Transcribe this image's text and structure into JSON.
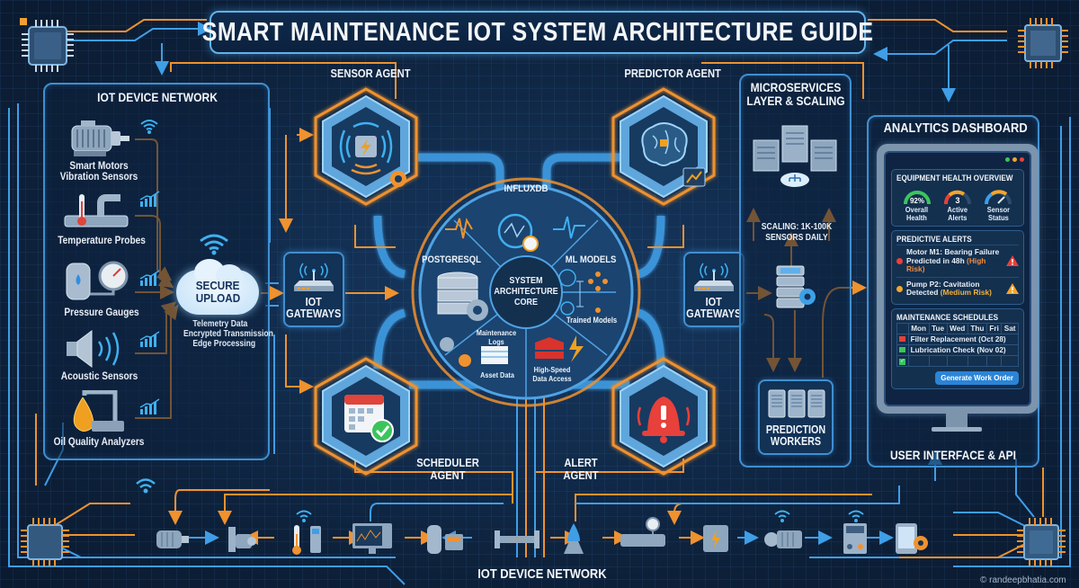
{
  "title": "SMART MAINTENANCE IOT SYSTEM ARCHITECTURE GUIDE",
  "colors": {
    "background": "#0e2240",
    "wire_blue": "#3f9ee6",
    "wire_orange": "#f0922e",
    "panel_border": "#3f8fd0",
    "alert_red": "#e8403a",
    "warning_orange": "#f4a52c",
    "health_green": "#3cc45c"
  },
  "iot_device_network": {
    "title": "IOT DEVICE NETWORK",
    "devices": [
      {
        "label_line1": "Smart Motors",
        "label_line2": "Vibration Sensors",
        "icon": "motor-icon",
        "signal": "wifi-icon"
      },
      {
        "label_line1": "Temperature Probes",
        "label_line2": "",
        "icon": "thermometer-pipe-icon",
        "signal": "signal-bars-icon"
      },
      {
        "label_line1": "Pressure Gauges",
        "label_line2": "",
        "icon": "pressure-tank-gauge-icon",
        "signal": "signal-bars-icon"
      },
      {
        "label_line1": "Acoustic Sensors",
        "label_line2": "",
        "icon": "speaker-icon",
        "signal": "signal-bars-icon"
      },
      {
        "label_line1": "Oil Quality Analyzers",
        "label_line2": "",
        "icon": "oil-drop-icon",
        "signal": "signal-bars-icon"
      }
    ],
    "secure_upload": {
      "line1": "SECURE",
      "line2": "UPLOAD",
      "notes": [
        "Telemetry Data",
        "Encrypted Transmission",
        "Edge Processing"
      ]
    }
  },
  "gateways": {
    "left": {
      "line1": "IOT",
      "line2": "GATEWAYS"
    },
    "right": {
      "line1": "IOT",
      "line2": "GATEWAYS"
    }
  },
  "agents": {
    "sensor": {
      "label": "SENSOR AGENT"
    },
    "predictor": {
      "label": "PREDICTOR AGENT"
    },
    "scheduler": {
      "line1": "SCHEDULER",
      "line2": "AGENT"
    },
    "alert": {
      "line1": "ALERT",
      "line2": "AGENT"
    }
  },
  "core": {
    "center_line1": "SYSTEM",
    "center_line2": "ARCHITECTURE",
    "center_line3": "CORE",
    "influxdb": "INFLUXDB",
    "postgresql": "POSTGRESQL",
    "ml_models": "ML MODELS",
    "trained_models": "Trained Models",
    "maintenance_logs_1": "Maintenance",
    "maintenance_logs_2": "Logs",
    "asset_data": "Asset Data",
    "high_speed_1": "High-Speed",
    "high_speed_2": "Data Access"
  },
  "microservices": {
    "title_line1": "MICROSERVICES",
    "title_line2": "LAYER & SCALING",
    "scaling_line1": "SCALING: 1K-100K",
    "scaling_line2": "SENSORS DAILY",
    "workers_line1": "PREDICTION",
    "workers_line2": "WORKERS"
  },
  "dashboard": {
    "title": "ANALYTICS DASHBOARD",
    "footer": "USER INTERFACE & API",
    "health": {
      "title": "EQUIPMENT HEALTH OVERVIEW",
      "gauges": [
        {
          "value": "92%",
          "line1": "Overall",
          "line2": "Health",
          "color": "#3cc45c"
        },
        {
          "value": "3",
          "line1": "Active",
          "line2": "Alerts",
          "color": "#f4a52c"
        },
        {
          "value": "",
          "line1": "Sensor",
          "line2": "Status",
          "color": "#3f9ee6"
        }
      ]
    },
    "alerts": {
      "title": "PREDICTIVE ALERTS",
      "items": [
        {
          "text": "Motor M1: Bearing Failure Predicted in 48h",
          "risk": "(High Risk)",
          "dot": "#e8403a"
        },
        {
          "text": "Pump P2: Cavitation Detected",
          "risk": "(Medium Risk)",
          "dot": "#f4a52c"
        }
      ]
    },
    "schedules": {
      "title": "MAINTENANCE SCHEDULES",
      "days": [
        "Mon",
        "Tue",
        "Wed",
        "Thu",
        "Fri",
        "Sat"
      ],
      "rows": [
        {
          "task": "Filter Replacement (Oct 28)",
          "icon": "calendar-red-icon"
        },
        {
          "task": "Lubrication Check (Nov 02)",
          "icon": "calendar-green-icon"
        },
        {
          "task": "",
          "icon": "checkbox-icon"
        }
      ],
      "button": "Generate Work Order"
    }
  },
  "bottom": {
    "label": "IOT DEVICE NETWORK",
    "credit": "© randeepbhatia.com"
  }
}
